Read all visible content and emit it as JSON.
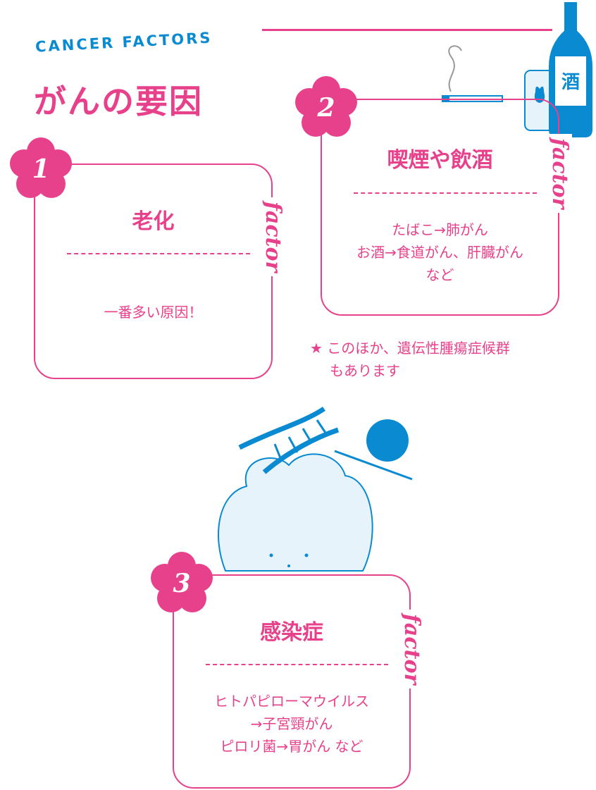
{
  "header": {
    "subtitle": "CANCER FACTORS",
    "title": "がんの要因"
  },
  "factors": [
    {
      "number": "1",
      "title": "老化",
      "body": [
        "一番多い原因！"
      ],
      "tag": "factor"
    },
    {
      "number": "2",
      "title": "喫煙や飲酒",
      "body": [
        "たばこ→肺がん",
        "お酒→食道がん、肝臓がん",
        "など"
      ],
      "tag": "factor"
    },
    {
      "number": "3",
      "title": "感染症",
      "body": [
        "ヒトパピローマウイルス",
        "→子宮頸がん",
        "ピロリ菌→胃がん など"
      ],
      "tag": "factor"
    }
  ],
  "note": {
    "icon": "star-icon",
    "lines": [
      "このほか、遺伝性腫瘍症候群",
      "もあります"
    ]
  },
  "illustration_labels": {
    "bottle": "酒"
  },
  "colors": {
    "pink": "#e8418b",
    "blue": "#0a8ad0",
    "light_blue": "#e6f3fb"
  }
}
